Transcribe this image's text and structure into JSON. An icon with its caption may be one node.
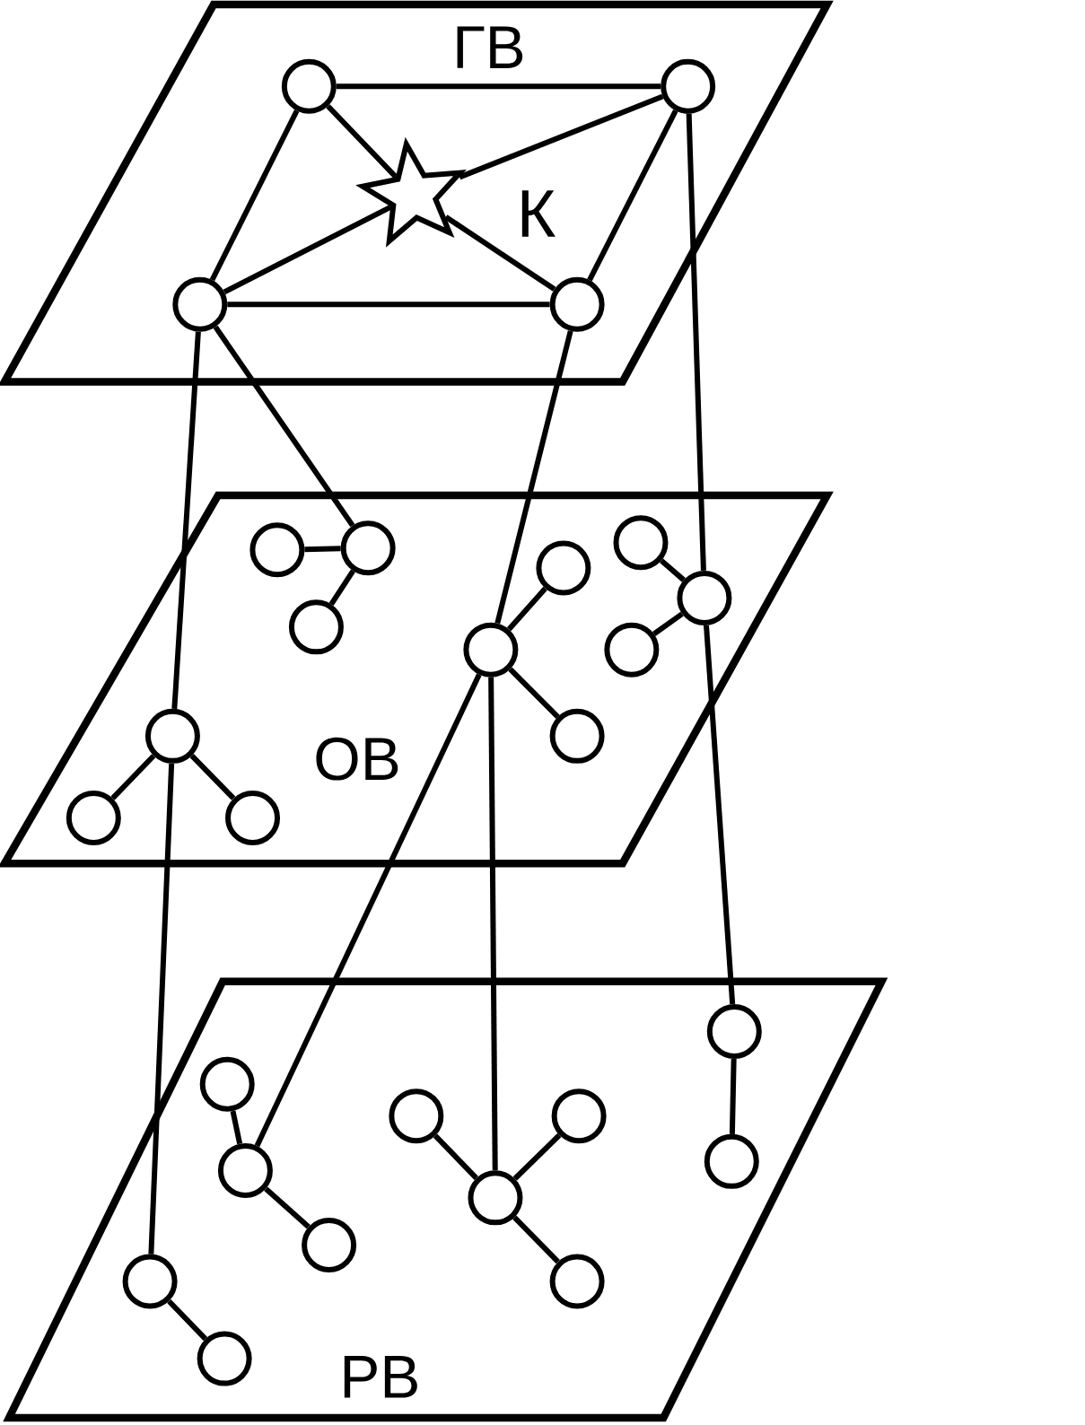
{
  "diagram": {
    "nodes": [
      {
        "text": [
          "ГВ"
        ]
      },
      {
        "text": [],
        "shape": "circle",
        "in": 0
      },
      {
        "text": [],
        "shape": "circle",
        "in": 0
      },
      {
        "text": [],
        "shape": "star",
        "in": 0,
        "beside": [
          "К"
        ]
      },
      {
        "text": [],
        "shape": "circle",
        "in": 0
      },
      {
        "text": [],
        "shape": "circle",
        "in": 0
      },
      {
        "text": [
          "ОВ"
        ]
      },
      {
        "text": [],
        "shape": "circle",
        "in": 6
      },
      {
        "text": [],
        "shape": "circle",
        "in": 6
      },
      {
        "text": [],
        "shape": "circle",
        "in": 6
      },
      {
        "text": [],
        "shape": "circle",
        "in": 6
      },
      {
        "text": [],
        "shape": "circle",
        "in": 6
      },
      {
        "text": [],
        "shape": "circle",
        "in": 6
      },
      {
        "text": [],
        "shape": "circle",
        "in": 6
      },
      {
        "text": [],
        "shape": "circle",
        "in": 6
      },
      {
        "text": [],
        "shape": "circle",
        "in": 6
      },
      {
        "text": [],
        "shape": "circle",
        "in": 6
      },
      {
        "text": [],
        "shape": "circle",
        "in": 6
      },
      {
        "text": [],
        "shape": "circle",
        "in": 6
      },
      {
        "text": [
          "РВ"
        ]
      },
      {
        "text": [],
        "shape": "circle",
        "in": 19
      },
      {
        "text": [],
        "shape": "circle",
        "in": 19
      },
      {
        "text": [],
        "shape": "circle",
        "in": 19
      },
      {
        "text": [],
        "shape": "circle",
        "in": 19
      },
      {
        "text": [],
        "shape": "circle",
        "in": 19
      },
      {
        "text": [],
        "shape": "circle",
        "in": 19
      },
      {
        "text": [],
        "shape": "circle",
        "in": 19
      },
      {
        "text": [],
        "shape": "circle",
        "in": 19
      },
      {
        "text": [],
        "shape": "circle",
        "in": 19
      },
      {
        "text": [],
        "shape": "circle",
        "in": 19
      },
      {
        "text": [],
        "shape": "circle",
        "in": 19
      }
    ],
    "edges": [
      {
        "from": 1,
        "to": 2,
        "arrow": "none"
      },
      {
        "from": 1,
        "to": 3,
        "arrow": "none"
      },
      {
        "from": 2,
        "to": 3,
        "arrow": "none"
      },
      {
        "from": 1,
        "to": 4,
        "arrow": "none"
      },
      {
        "from": 2,
        "to": 5,
        "arrow": "none"
      },
      {
        "from": 4,
        "to": 3,
        "arrow": "none"
      },
      {
        "from": 5,
        "to": 3,
        "arrow": "none"
      },
      {
        "from": 4,
        "to": 5,
        "arrow": "none"
      },
      {
        "from": 7,
        "to": 8,
        "arrow": "none"
      },
      {
        "from": 9,
        "to": 8,
        "arrow": "none"
      },
      {
        "from": 11,
        "to": 10,
        "arrow": "none"
      },
      {
        "from": 11,
        "to": 12,
        "arrow": "none"
      },
      {
        "from": 13,
        "to": 14,
        "arrow": "none"
      },
      {
        "from": 15,
        "to": 14,
        "arrow": "none"
      },
      {
        "from": 16,
        "to": 17,
        "arrow": "none"
      },
      {
        "from": 16,
        "to": 18,
        "arrow": "none"
      },
      {
        "from": 20,
        "to": 21,
        "arrow": "none"
      },
      {
        "from": 21,
        "to": 22,
        "arrow": "none"
      },
      {
        "from": 25,
        "to": 23,
        "arrow": "none"
      },
      {
        "from": 25,
        "to": 24,
        "arrow": "none"
      },
      {
        "from": 25,
        "to": 26,
        "arrow": "none"
      },
      {
        "from": 27,
        "to": 28,
        "arrow": "none"
      },
      {
        "from": 29,
        "to": 30,
        "arrow": "none"
      },
      {
        "from": 4,
        "to": 16,
        "arrow": "none"
      },
      {
        "from": 4,
        "to": 8,
        "arrow": "none"
      },
      {
        "from": 5,
        "to": 11,
        "arrow": "none"
      },
      {
        "from": 2,
        "to": 14,
        "arrow": "none"
      },
      {
        "from": 16,
        "to": 29,
        "arrow": "none"
      },
      {
        "from": 11,
        "to": 21,
        "arrow": "none"
      },
      {
        "from": 11,
        "to": 25,
        "arrow": "none"
      },
      {
        "from": 14,
        "to": 27,
        "arrow": "none"
      }
    ]
  }
}
